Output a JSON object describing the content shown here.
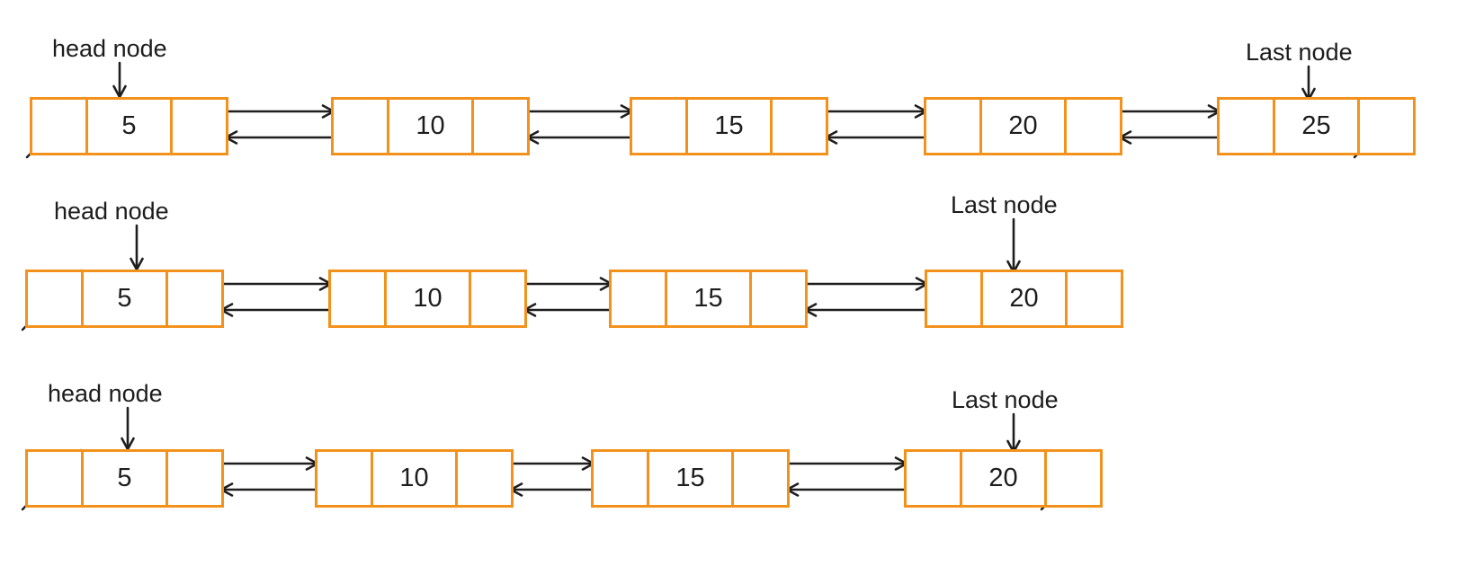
{
  "labels": {
    "head": "head node",
    "last": "Last node"
  },
  "colors": {
    "box_border": "#F2921D",
    "arrow": "#1e1e1e",
    "text": "#1d1d1d",
    "background": "#ffffff"
  },
  "diagram": {
    "description_visible_content_only": "three doubly linked list rows",
    "rows": [
      {
        "nodes": [
          {
            "value": "5",
            "prev_null": true,
            "next_null": false
          },
          {
            "value": "10",
            "prev_null": false,
            "next_null": false
          },
          {
            "value": "15",
            "prev_null": false,
            "next_null": false
          },
          {
            "value": "20",
            "prev_null": false,
            "next_null": false
          },
          {
            "value": "25",
            "prev_null": false,
            "next_null": true
          }
        ]
      },
      {
        "nodes": [
          {
            "value": "5",
            "prev_null": true,
            "next_null": false
          },
          {
            "value": "10",
            "prev_null": false,
            "next_null": false
          },
          {
            "value": "15",
            "prev_null": false,
            "next_null": false
          },
          {
            "value": "20",
            "prev_null": false,
            "next_null": false
          }
        ]
      },
      {
        "nodes": [
          {
            "value": "5",
            "prev_null": true,
            "next_null": false
          },
          {
            "value": "10",
            "prev_null": false,
            "next_null": false
          },
          {
            "value": "15",
            "prev_null": false,
            "next_null": false
          },
          {
            "value": "20",
            "prev_null": false,
            "next_null": true
          }
        ]
      }
    ]
  }
}
